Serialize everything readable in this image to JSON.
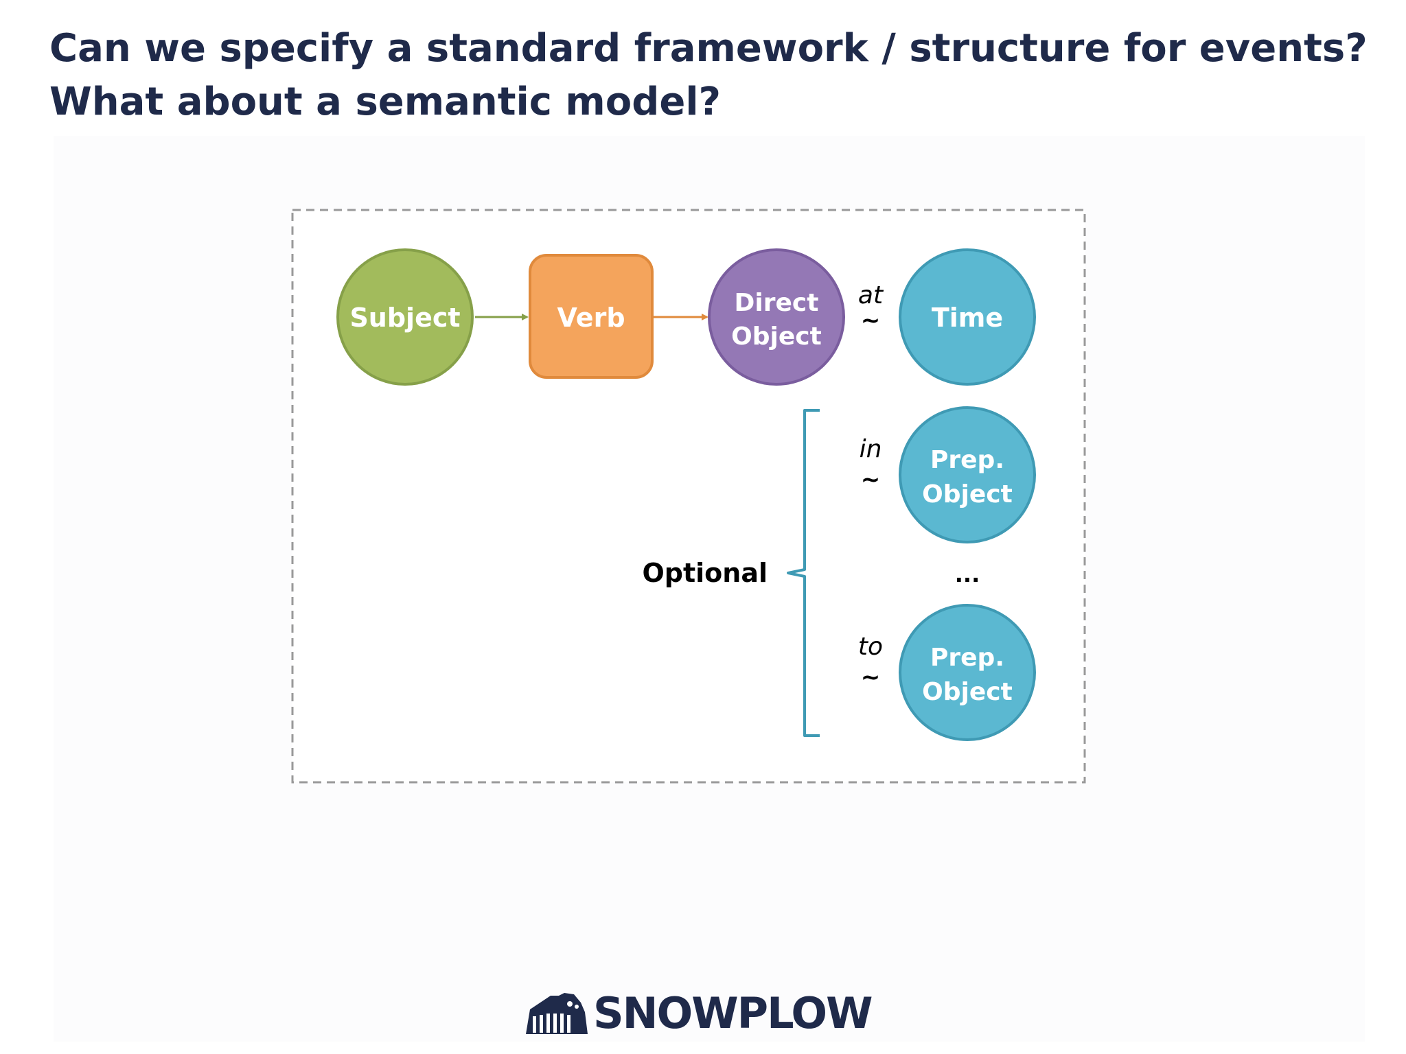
{
  "title": {
    "line1": "Can we specify a standard framework / structure for events?",
    "line2": "What about a semantic model?"
  },
  "diagram": {
    "nodes": {
      "subject": "Subject",
      "verb": "Verb",
      "direct_object_line1": "Direct",
      "direct_object_line2": "Object",
      "time": "Time",
      "prep_object1_line1": "Prep.",
      "prep_object1_line2": "Object",
      "prep_object2_line1": "Prep.",
      "prep_object2_line2": "Object"
    },
    "prepositions": {
      "at": "at",
      "in": "in",
      "to": "to",
      "tilde": "~"
    },
    "ellipsis": "...",
    "optional_label": "Optional"
  },
  "logo": {
    "text": "SNOWPLOW"
  },
  "colors": {
    "title": "#1f2a4a",
    "subject_fill": "#a2bb5c",
    "subject_stroke": "#86a049",
    "verb_fill": "#f4a45c",
    "verb_stroke": "#e08a3c",
    "direct_object_fill": "#9478b5",
    "direct_object_stroke": "#7a5d9e",
    "teal_fill": "#5bb8d1",
    "teal_stroke": "#3f9ab4",
    "arrow_green": "#86a049",
    "arrow_orange": "#e08a3c",
    "bracket": "#3f9ab4",
    "dashed_border": "#999999"
  }
}
